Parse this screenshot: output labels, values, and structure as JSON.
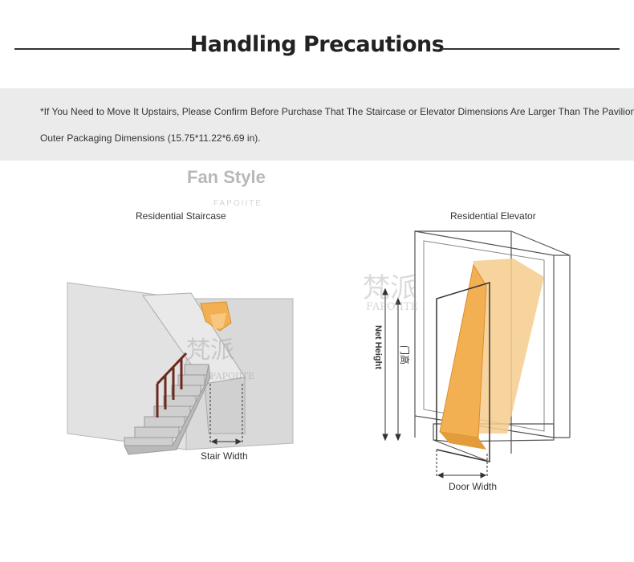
{
  "header": {
    "title": "Handling Precautions"
  },
  "notice": {
    "line1": "*If You Need to Move It Upstairs, Please Confirm Before Purchase That The Staircase or Elevator Dimensions Are Larger Than The Pavilion",
    "line2": "Outer Packaging Dimensions (15.75*11.22*6.69 in)."
  },
  "watermark": {
    "title": "Fan Style",
    "sub": "FAPOIITE",
    "cjk": "梵派",
    "brand": "FAPOIITE"
  },
  "staircase": {
    "caption": "Residential Staircase",
    "dimension_label": "Stair Width"
  },
  "elevator": {
    "caption": "Residential Elevator",
    "height_label": "Net Height",
    "height_label_cn": "门高",
    "door_label": "Door Width"
  },
  "colors": {
    "box_orange": "#f2b052",
    "wall": "#dedede",
    "rail": "#6b2a1e"
  }
}
